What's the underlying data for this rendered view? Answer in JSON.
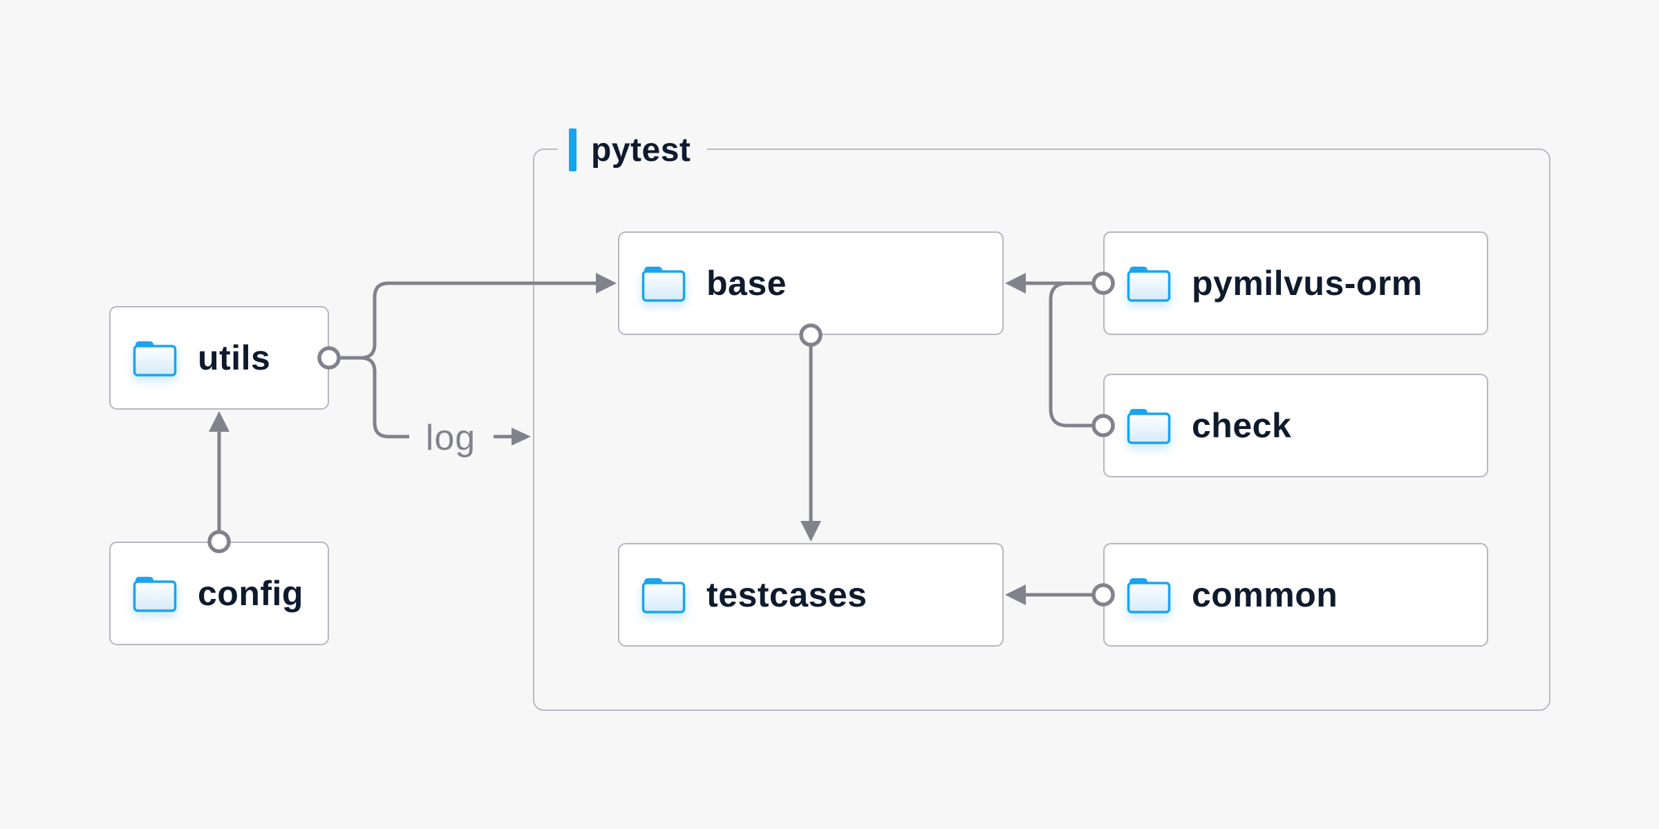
{
  "page": {
    "background": "#f7f7f8"
  },
  "palette": {
    "accent_blue": "#14a6f0",
    "folder_stroke": "#17a5f1",
    "folder_tab": "#1ca4ee",
    "folder_fill_top": "#ffffff",
    "folder_fill_bottom": "#d4eafa",
    "connector_gray": "#82828c",
    "node_border": "#b6b6bf",
    "group_border": "#b9b9c3",
    "text_navy": "#0f1b2d",
    "node_background": "#ffffff"
  },
  "group": {
    "label": "pytest"
  },
  "nodes": {
    "utils": {
      "label": "utils",
      "icon": "folder-icon"
    },
    "config": {
      "label": "config",
      "icon": "folder-icon"
    },
    "base": {
      "label": "base",
      "icon": "folder-icon"
    },
    "testcases": {
      "label": "testcases",
      "icon": "folder-icon"
    },
    "pymilvus_orm": {
      "label": "pymilvus-orm",
      "icon": "folder-icon"
    },
    "check": {
      "label": "check",
      "icon": "folder-icon"
    },
    "common": {
      "label": "common",
      "icon": "folder-icon"
    }
  },
  "edges": {
    "log_label": "log",
    "list": [
      {
        "from": "utils",
        "to": "base",
        "style": "arrow"
      },
      {
        "from": "utils",
        "to": "log",
        "style": "arrow"
      },
      {
        "from": "config",
        "to": "utils",
        "style": "arrow"
      },
      {
        "from": "base",
        "to": "testcases",
        "style": "arrow"
      },
      {
        "from": "pymilvus-orm",
        "to": "base",
        "style": "arrow"
      },
      {
        "from": "check",
        "to": "base",
        "style": "arrow"
      },
      {
        "from": "common",
        "to": "testcases",
        "style": "arrow"
      }
    ]
  }
}
